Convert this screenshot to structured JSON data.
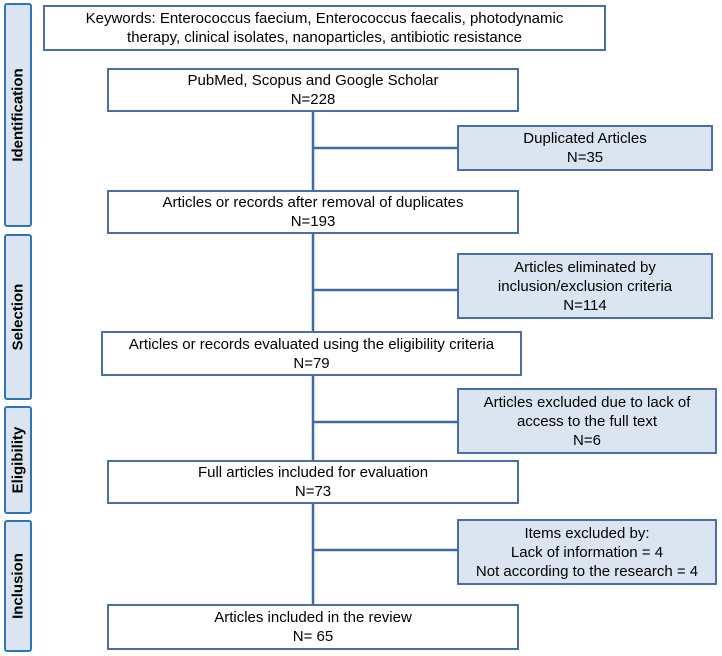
{
  "phases": {
    "identification": "Identification",
    "selection": "Selection",
    "eligibility": "Eligibility",
    "inclusion": "Inclusion"
  },
  "keywords": {
    "line1": "Keywords: Enterococcus faecium, Enterococcus faecalis, photodynamic",
    "line2": "therapy, clinical isolates, nanoparticles, antibiotic resistance"
  },
  "main": [
    {
      "line1": "PubMed, Scopus and Google Scholar",
      "line2": "N=228"
    },
    {
      "line1": "Articles or records after removal of duplicates",
      "line2": "N=193"
    },
    {
      "line1": "Articles or records evaluated using the eligibility criteria",
      "line2": "N=79"
    },
    {
      "line1": "Full articles included for evaluation",
      "line2": "N=73"
    },
    {
      "line1": "Articles included in the review",
      "line2": "N= 65"
    }
  ],
  "side": [
    {
      "lines": [
        "Duplicated Articles",
        "N=35"
      ]
    },
    {
      "lines": [
        "Articles eliminated by",
        "inclusion/exclusion criteria",
        "N=114"
      ]
    },
    {
      "lines": [
        "Articles excluded due to lack of",
        "access to the full text",
        "N=6"
      ]
    },
    {
      "lines": [
        "Items excluded by:",
        "Lack of information = 4",
        "Not according to the research = 4"
      ]
    }
  ],
  "colors": {
    "box_border": "#4a6fa5",
    "side_fill": "#dbe5f1",
    "phase_border": "#2e75b6",
    "connector": "#3f6aa6"
  }
}
